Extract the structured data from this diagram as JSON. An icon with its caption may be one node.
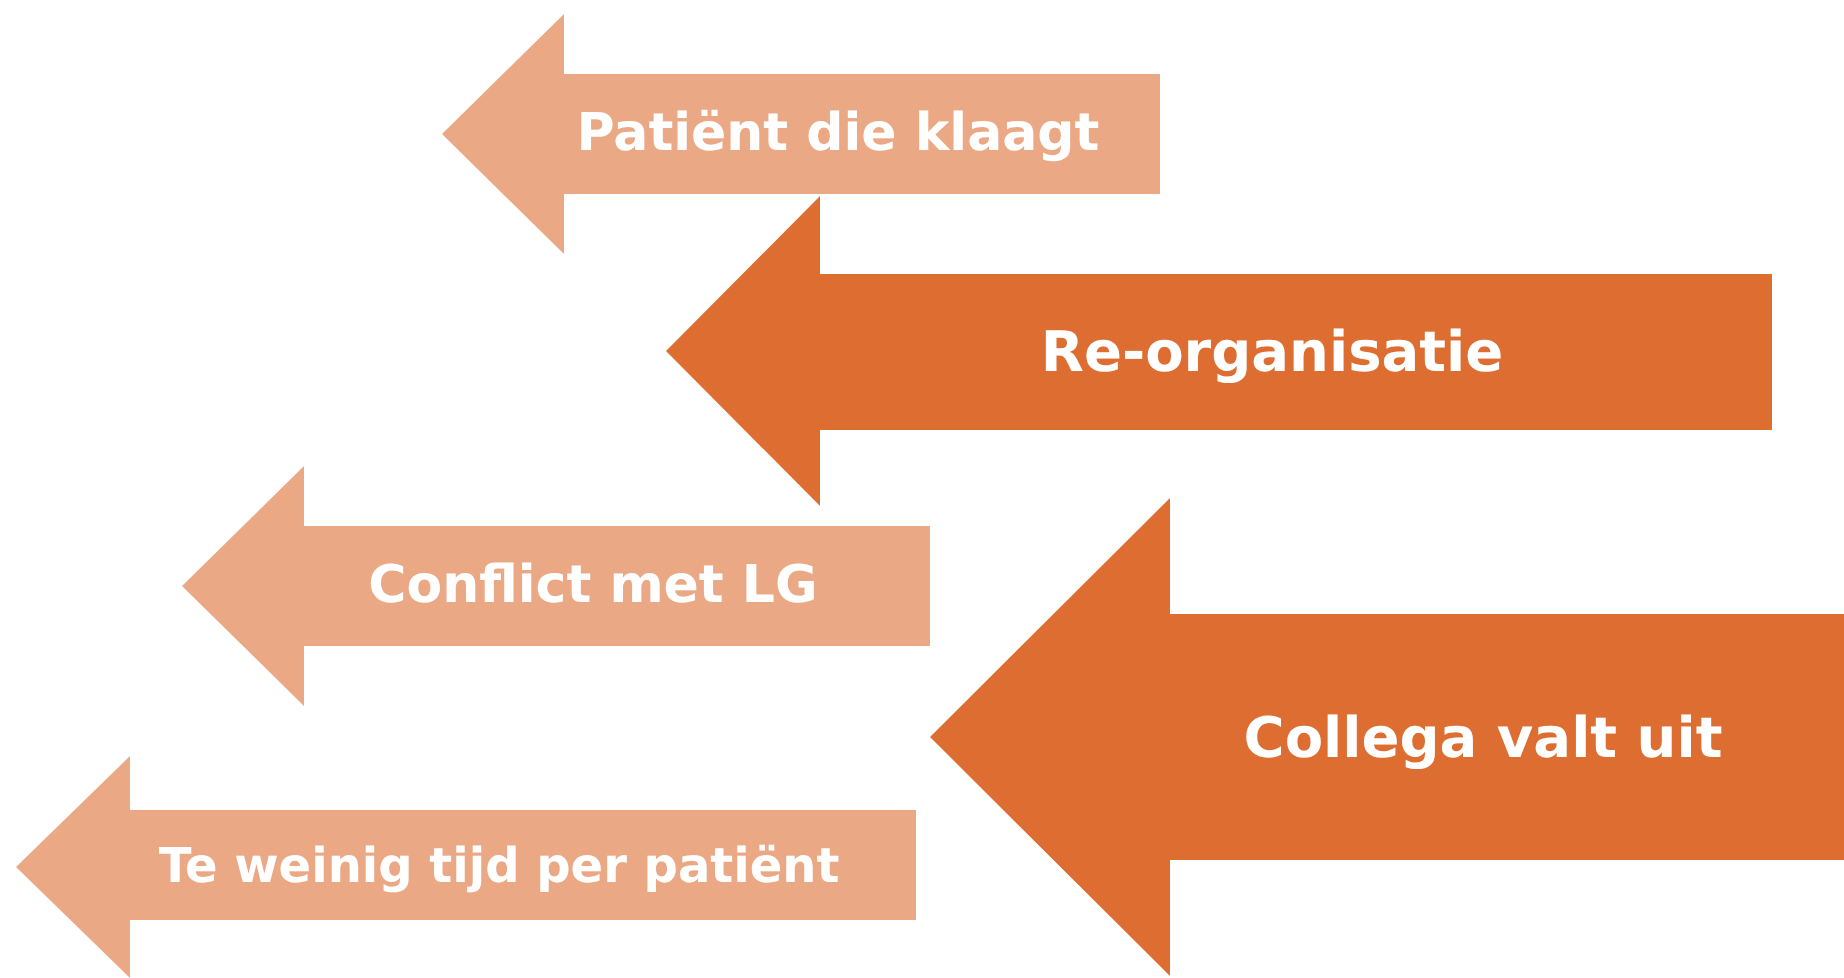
{
  "diagram": {
    "nodes": [
      {
        "text": [
          "Patiënt die klaagt"
        ]
      },
      {
        "text": [
          "Re-organisatie"
        ]
      },
      {
        "text": [
          "Conflict met LG"
        ]
      },
      {
        "text": [
          "Collega valt uit"
        ]
      },
      {
        "text": [
          "Te weinig tijd per patiënt"
        ]
      }
    ]
  }
}
